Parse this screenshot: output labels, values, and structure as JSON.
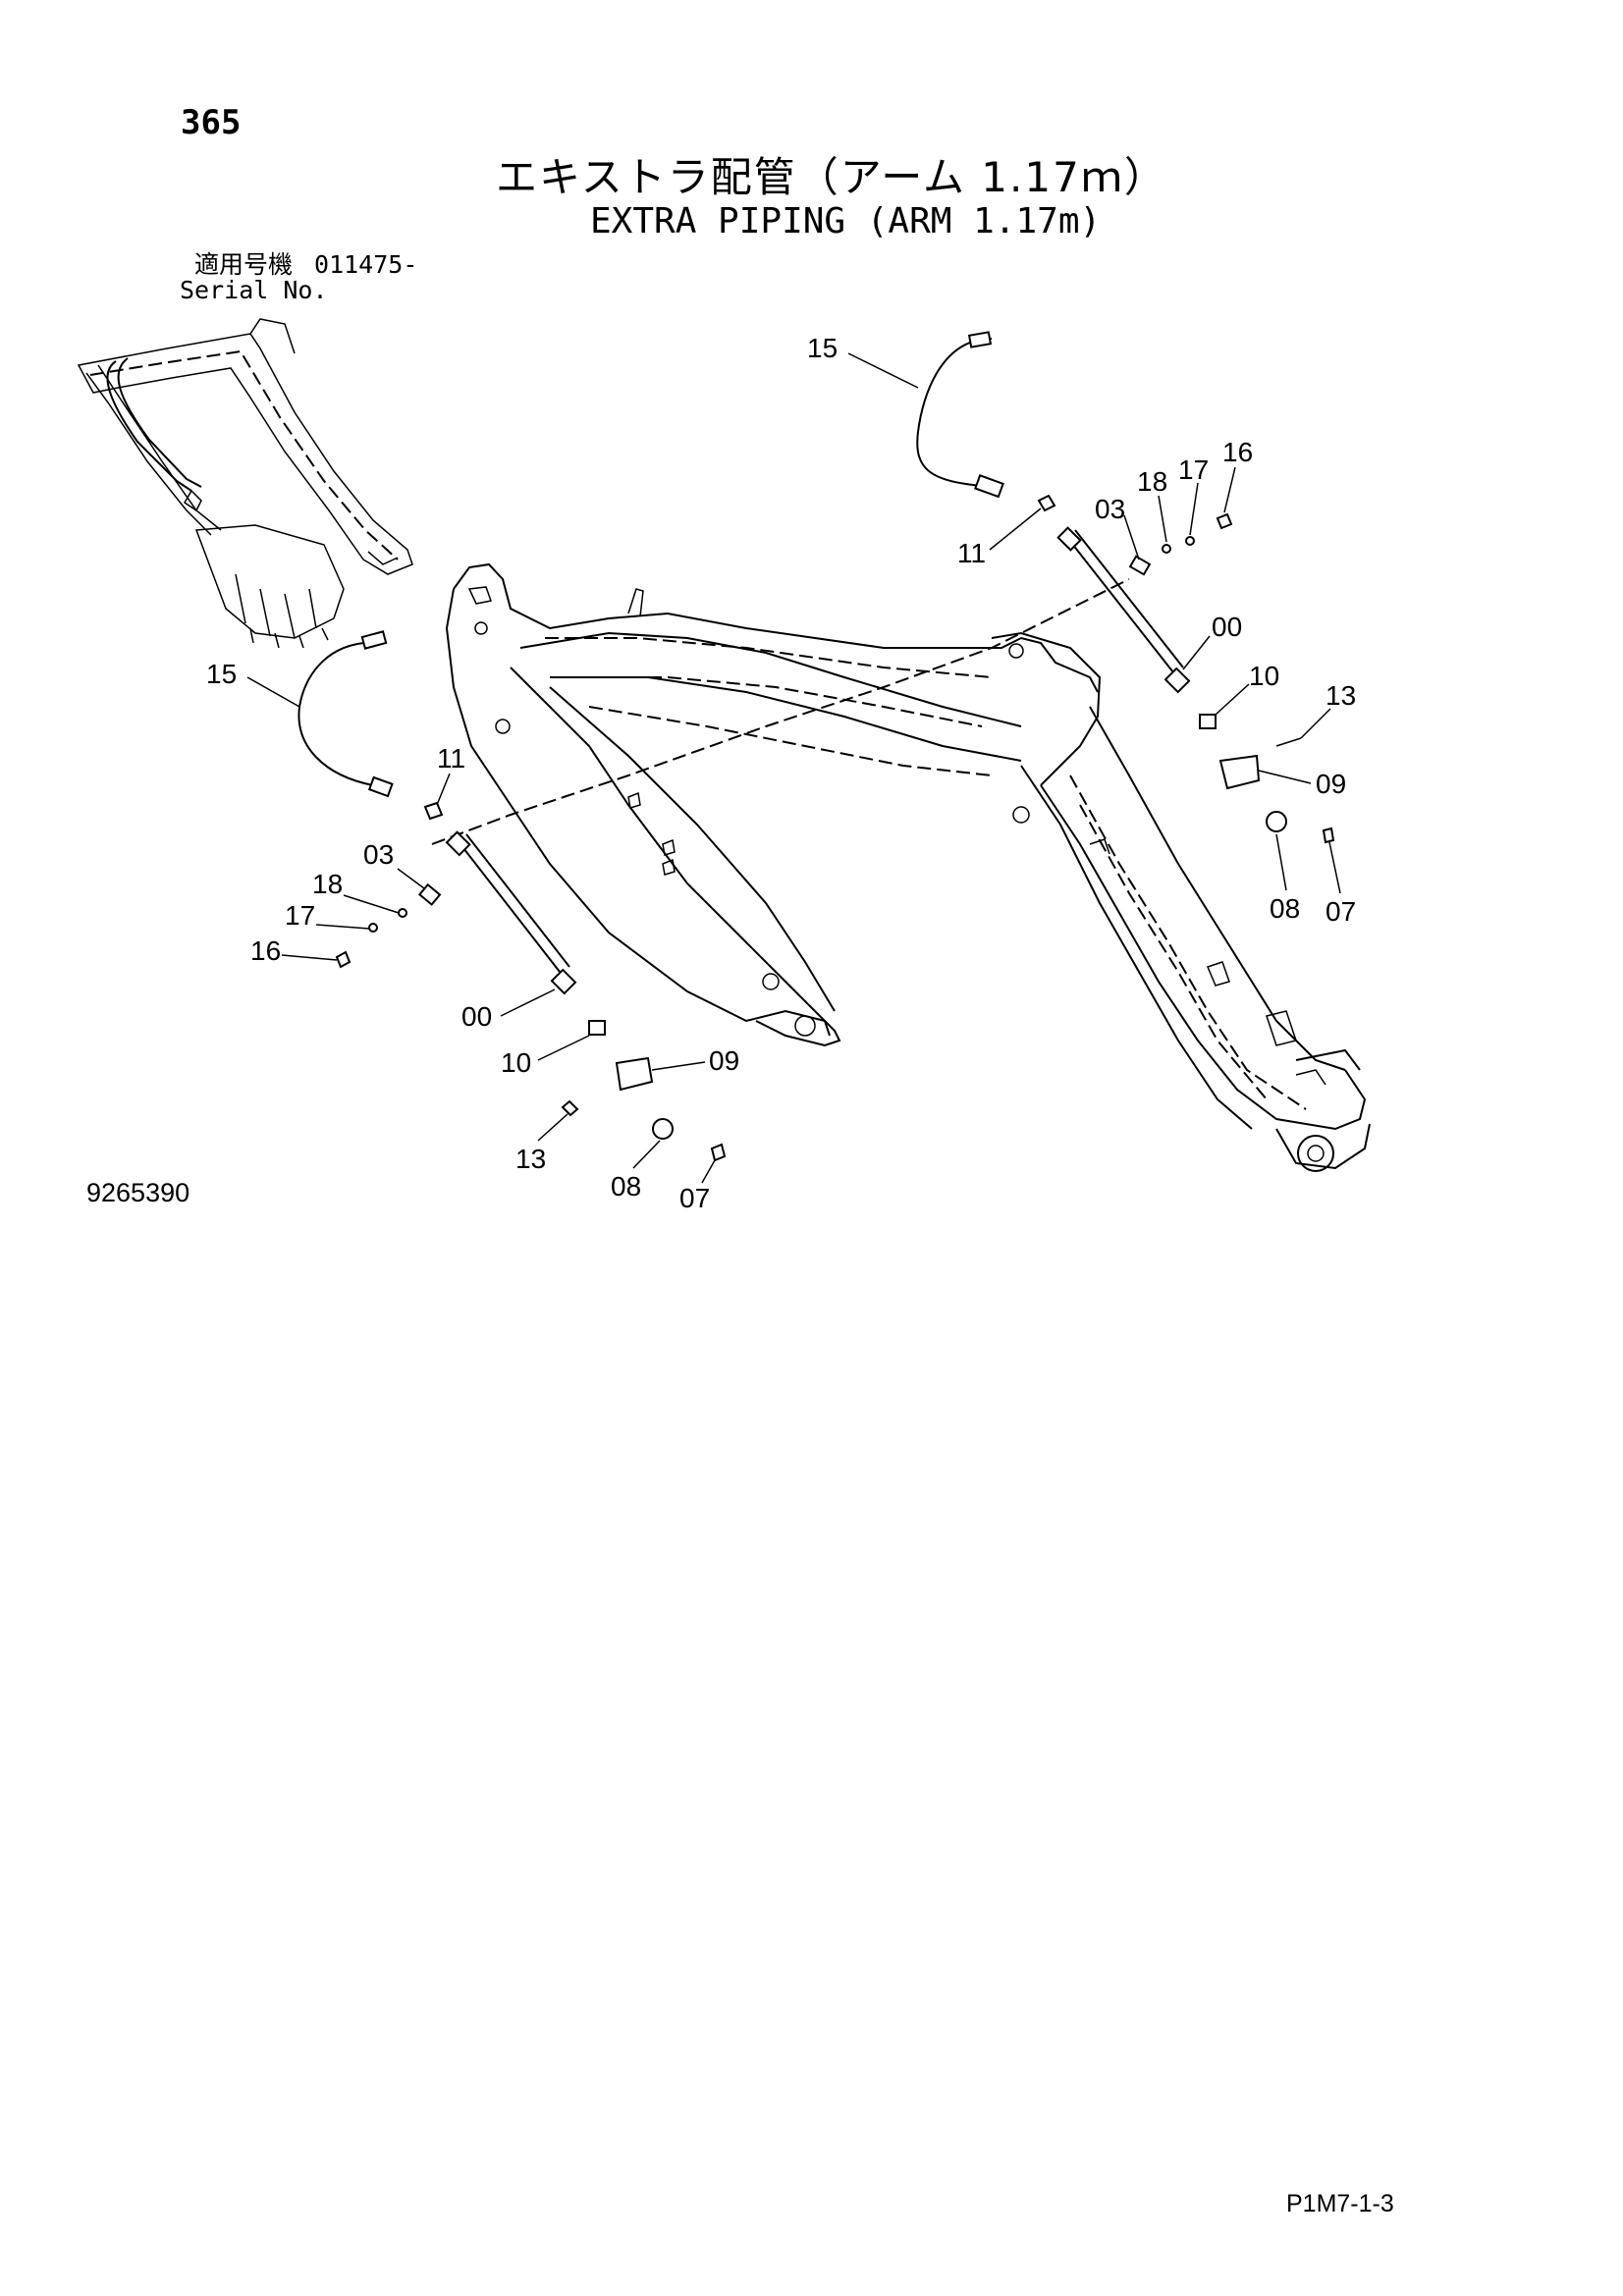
{
  "header": {
    "page_number": "365",
    "title_jp": "エキストラ配管（アーム 1.17ｍ）",
    "title_en": "EXTRA PIPING (ARM 1.17m)",
    "serial_label_jp": "適用号機",
    "serial_value": "011475-",
    "serial_label_en": "Serial No."
  },
  "footer": {
    "drawing_number": "9265390",
    "page_code": "P1M7-1-3"
  },
  "callouts": {
    "right": {
      "c15": "15",
      "c11": "11",
      "c03": "03",
      "c18": "18",
      "c17": "17",
      "c16": "16",
      "c00": "00",
      "c10": "10",
      "c13": "13",
      "c09": "09",
      "c08": "08",
      "c07": "07"
    },
    "left": {
      "c15": "15",
      "c11": "11",
      "c03": "03",
      "c18": "18",
      "c17": "17",
      "c16": "16",
      "c00": "00",
      "c10": "10",
      "c09": "09",
      "c13": "13",
      "c08": "08",
      "c07": "07"
    }
  }
}
